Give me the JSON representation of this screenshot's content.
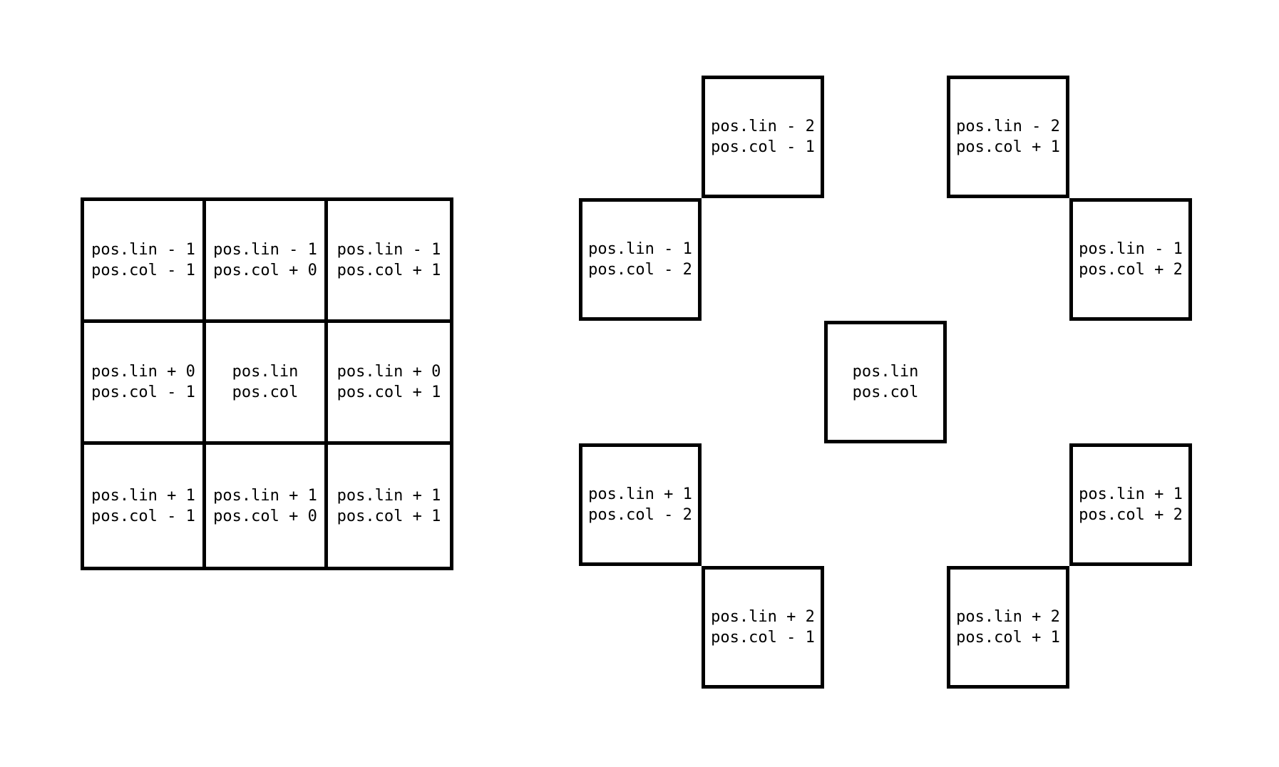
{
  "colors": {
    "background": "#ffffff",
    "line": "#000000",
    "text": "#000000"
  },
  "diagrams": [
    {
      "id": "adjacent-neighbours-grid",
      "type": "grid-3x3",
      "cells": [
        {
          "row": 0,
          "col": 0,
          "lines": [
            "pos.lin - 1",
            "pos.col - 1"
          ]
        },
        {
          "row": 0,
          "col": 1,
          "lines": [
            "pos.lin - 1",
            "pos.col + 0"
          ]
        },
        {
          "row": 0,
          "col": 2,
          "lines": [
            "pos.lin - 1",
            "pos.col + 1"
          ]
        },
        {
          "row": 1,
          "col": 0,
          "lines": [
            "pos.lin + 0",
            "pos.col - 1"
          ]
        },
        {
          "row": 1,
          "col": 1,
          "lines": [
            "pos.lin",
            "pos.col"
          ]
        },
        {
          "row": 1,
          "col": 2,
          "lines": [
            "pos.lin + 0",
            "pos.col + 1"
          ]
        },
        {
          "row": 2,
          "col": 0,
          "lines": [
            "pos.lin + 1",
            "pos.col - 1"
          ]
        },
        {
          "row": 2,
          "col": 1,
          "lines": [
            "pos.lin + 1",
            "pos.col + 0"
          ]
        },
        {
          "row": 2,
          "col": 2,
          "lines": [
            "pos.lin + 1",
            "pos.col + 1"
          ]
        }
      ]
    },
    {
      "id": "knight-moves-diagram",
      "type": "sparse-5x5",
      "cells": [
        {
          "row": 0,
          "col": 1,
          "lines": [
            "pos.lin - 2",
            "pos.col - 1"
          ]
        },
        {
          "row": 0,
          "col": 3,
          "lines": [
            "pos.lin - 2",
            "pos.col + 1"
          ]
        },
        {
          "row": 1,
          "col": 0,
          "lines": [
            "pos.lin - 1",
            "pos.col - 2"
          ]
        },
        {
          "row": 1,
          "col": 4,
          "lines": [
            "pos.lin - 1",
            "pos.col + 2"
          ]
        },
        {
          "row": 2,
          "col": 2,
          "lines": [
            "pos.lin",
            "pos.col"
          ]
        },
        {
          "row": 3,
          "col": 0,
          "lines": [
            "pos.lin + 1",
            "pos.col - 2"
          ]
        },
        {
          "row": 3,
          "col": 4,
          "lines": [
            "pos.lin + 1",
            "pos.col + 2"
          ]
        },
        {
          "row": 4,
          "col": 1,
          "lines": [
            "pos.lin + 2",
            "pos.col - 1"
          ]
        },
        {
          "row": 4,
          "col": 3,
          "lines": [
            "pos.lin + 2",
            "pos.col + 1"
          ]
        }
      ]
    }
  ]
}
